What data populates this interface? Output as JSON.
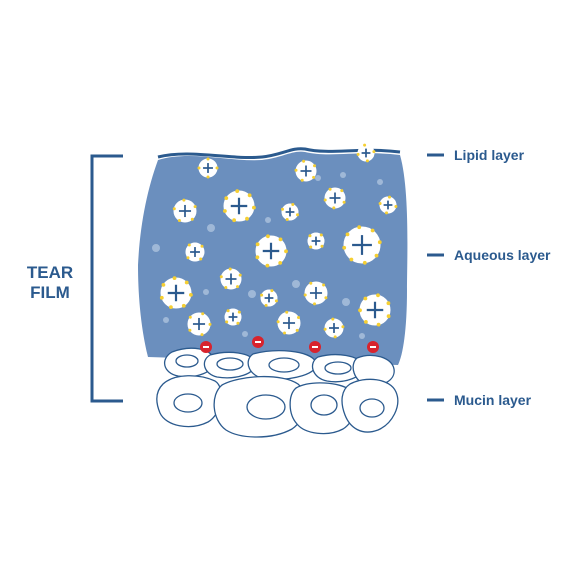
{
  "title": {
    "line1": "TEAR",
    "line2": "FILM"
  },
  "labels": {
    "lipid": "Lipid layer",
    "aqueous": "Aqueous layer",
    "mucin": "Mucin layer"
  },
  "colors": {
    "primary": "#2b5a8e",
    "aqueous_fill": "#6b8fbe",
    "particle_dot": "#f5cf33",
    "negative_ion": "#d8232d",
    "bubble": "#a9c0dc",
    "cell_outline": "#2b5a8e"
  },
  "icons": {
    "positive_particle": "plus-sign-particle",
    "negative_ion": "minus-sign-ion"
  }
}
